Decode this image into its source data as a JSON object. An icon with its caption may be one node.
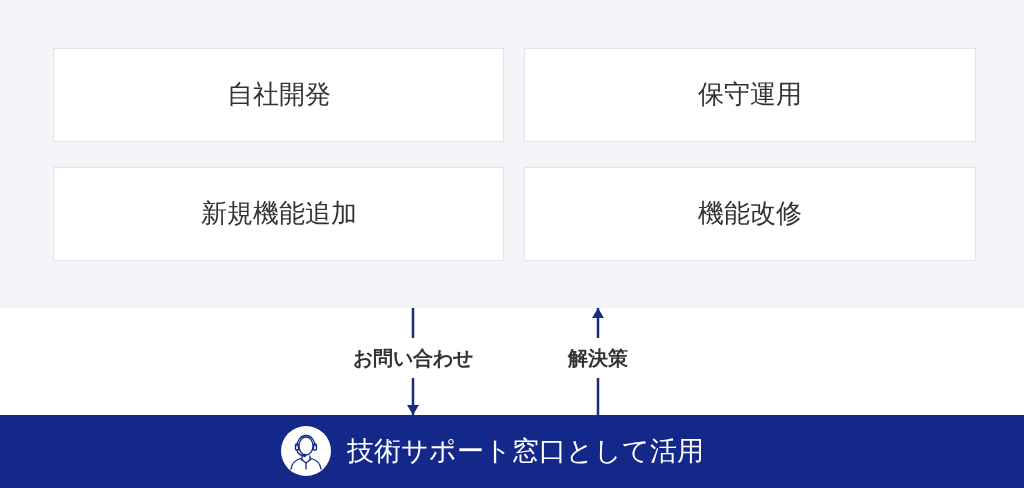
{
  "diagram": {
    "nodes": [
      {
        "text": [],
        "shape": "box"
      },
      {
        "text": [
          "自社開発"
        ],
        "in": 0
      },
      {
        "text": [
          "保守運用"
        ],
        "in": 0
      },
      {
        "text": [
          "新規機能追加"
        ],
        "in": 0
      },
      {
        "text": [
          "機能改修"
        ],
        "in": 0
      },
      {
        "text": [
          "技術サポート窓口として活用"
        ]
      }
    ],
    "edges": [
      {
        "from": 0,
        "to": 5,
        "arrow": "to",
        "label": "お問い合わせ"
      },
      {
        "from": 5,
        "to": 0,
        "arrow": "to",
        "label": "解決策"
      }
    ]
  }
}
